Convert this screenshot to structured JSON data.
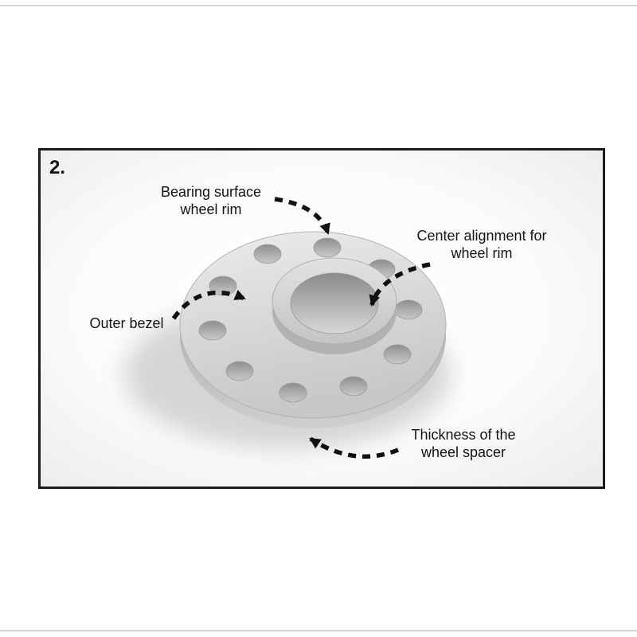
{
  "page": {
    "background_color": "#ffffff",
    "edge_line_color": "#d6d6d6"
  },
  "diagram": {
    "step_label": "2.",
    "frame_border_color": "#1c1c1c",
    "labels": {
      "bearing_surface": "Bearing surface\nwheel rim",
      "center_alignment": "Center alignment for\nwheel rim",
      "outer_bezel": "Outer bezel",
      "thickness": "Thickness of the\nwheel spacer"
    },
    "illustration": {
      "subject": "wheel spacer disc, perspective view",
      "bolt_hole_count": 10,
      "colors": {
        "disc_face": "#d9d9d9",
        "disc_side": "#aaaaaa",
        "hub_face": "#d2d2d2",
        "bolt_hole": "#a3a3a3",
        "arrow": "#111111"
      }
    }
  }
}
